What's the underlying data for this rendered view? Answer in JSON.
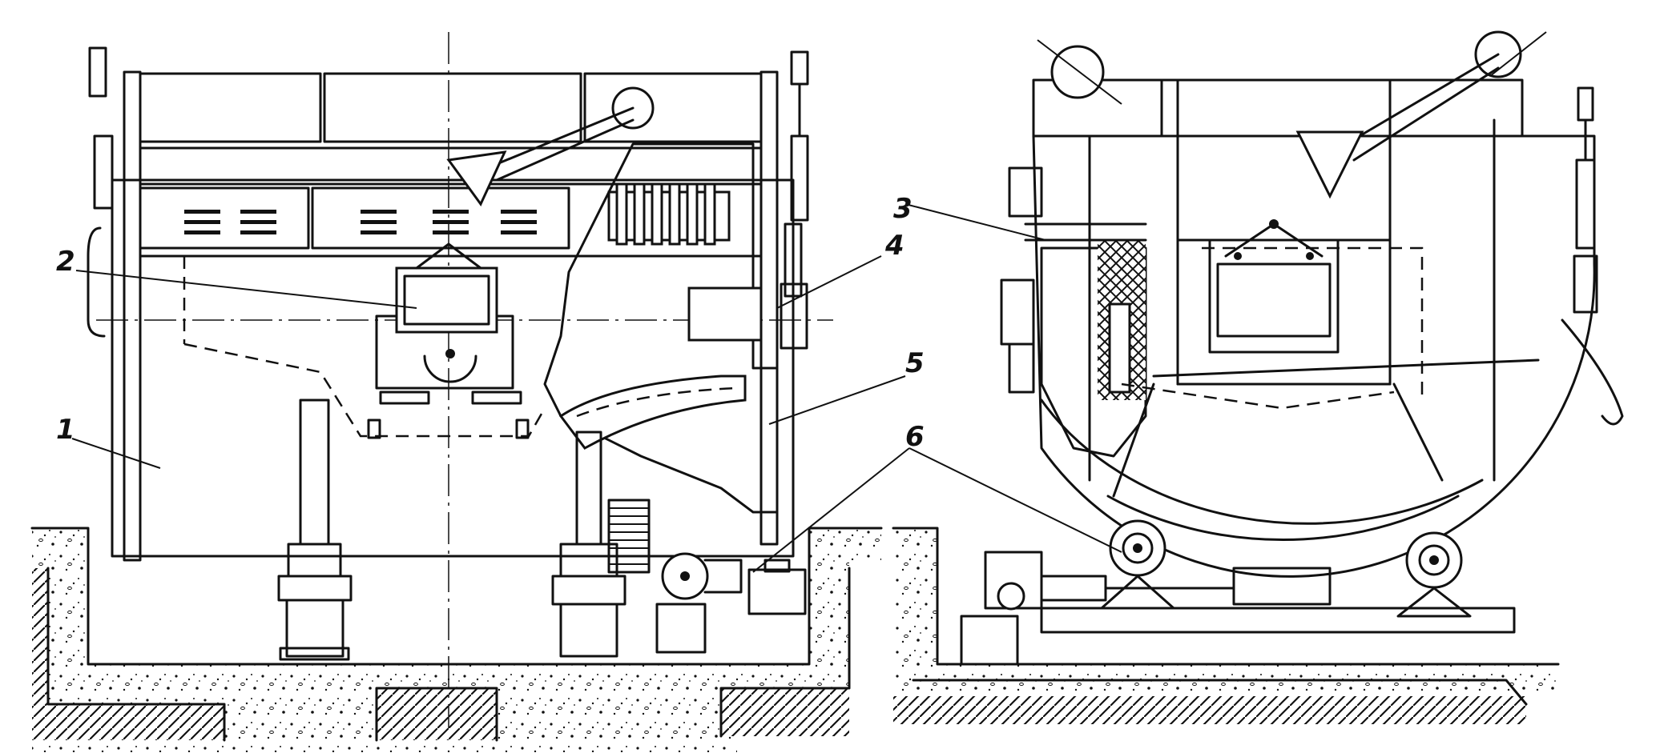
{
  "callouts": [
    {
      "label": "1"
    },
    {
      "label": "2"
    },
    {
      "label": "3"
    },
    {
      "label": "4"
    },
    {
      "label": "5"
    },
    {
      "label": "6"
    }
  ],
  "colors": {
    "ink": "#111111",
    "paper": "#ffffff"
  }
}
